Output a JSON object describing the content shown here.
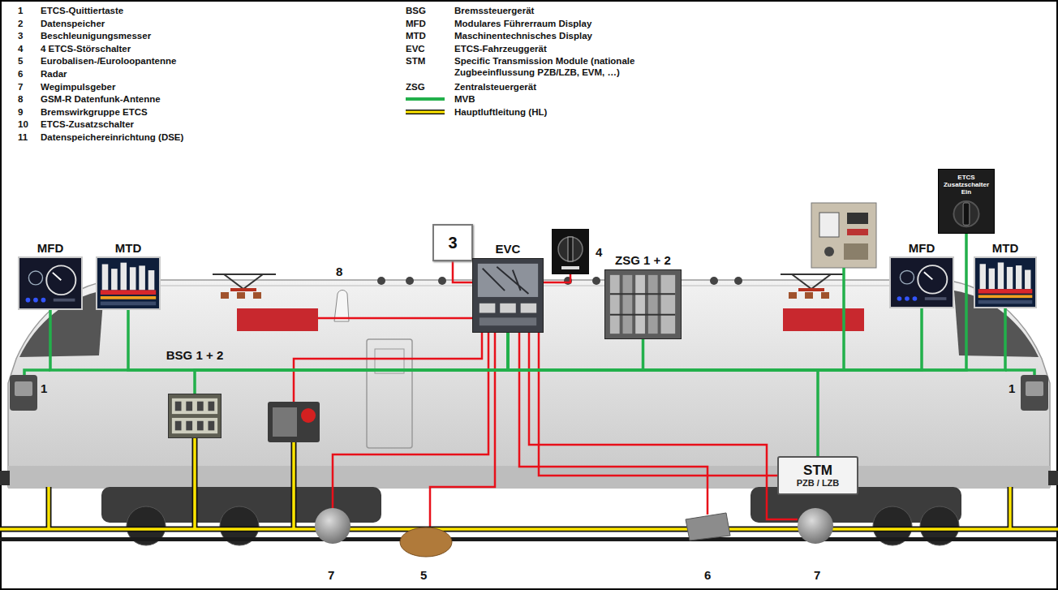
{
  "diagram": {
    "nodes": [
      {
        "text": [
          "MFD"
        ]
      },
      {
        "text": [
          "MTD"
        ]
      },
      {
        "text": [
          "3"
        ]
      },
      {
        "text": [
          "4"
        ]
      },
      {
        "text": [
          "EVC"
        ]
      },
      {
        "text": [
          "ZSG 1 + 2"
        ]
      },
      {
        "text": [
          "ETCS Zusatzschalter Ein"
        ]
      },
      {
        "text": [
          "MFD"
        ]
      },
      {
        "text": [
          "MTD"
        ]
      },
      {
        "text": [
          "BSG 1 + 2"
        ]
      },
      {
        "text": [
          "STM",
          "PZB / LZB"
        ]
      }
    ],
    "edges": [
      {
        "from": 2,
        "to": 4,
        "arrow": "none"
      },
      {
        "from": 3,
        "to": 4,
        "arrow": "none"
      },
      {
        "from": 4,
        "to": 10,
        "arrow": "none"
      },
      {
        "from": 4,
        "to": 0,
        "arrow": "none"
      },
      {
        "from": 4,
        "to": 1,
        "arrow": "none"
      },
      {
        "from": 4,
        "to": 9,
        "arrow": "none"
      },
      {
        "from": 4,
        "to": 5,
        "arrow": "none"
      },
      {
        "from": 4,
        "to": 10,
        "arrow": "none"
      },
      {
        "from": 4,
        "to": 6,
        "arrow": "none"
      },
      {
        "from": 4,
        "to": 7,
        "arrow": "none"
      },
      {
        "from": 4,
        "to": 8,
        "arrow": "none"
      }
    ],
    "labels": [
      "1",
      "ETCS-Quittiertaste",
      "2",
      "Datenspeicher",
      "3",
      "Beschleunigungsmesser",
      "4",
      "4 ETCS-Störschalter",
      "5",
      "Eurobalisen-/Euroloopantenne",
      "6",
      "Radar",
      "7",
      "Wegimpulsgeber",
      "8",
      "GSM-R Datenfunk-Antenne",
      "9",
      "Bremswirkgruppe ETCS",
      "10",
      "ETCS-Zusatzschalter",
      "11",
      "Datenspeichereinrichtung (DSE)",
      "BSG",
      "Bremssteuergerät",
      "MFD",
      "Modulares Führerraum Display",
      "MTD",
      "Maschinentechnisches Display",
      "EVC",
      "ETCS-Fahrzeuggerät",
      "STM",
      "Specific Transmission Module (nationale Zugbeeinflussung PZB/LZB, EVM, …)",
      "ZSG",
      "Zentralsteuergerät",
      "8",
      "1",
      "1",
      "7",
      "5",
      "6",
      "7"
    ],
    "legend": [
      {
        "text": "MVB"
      },
      {
        "text": "Hauptluftleitung (HL)"
      }
    ]
  }
}
